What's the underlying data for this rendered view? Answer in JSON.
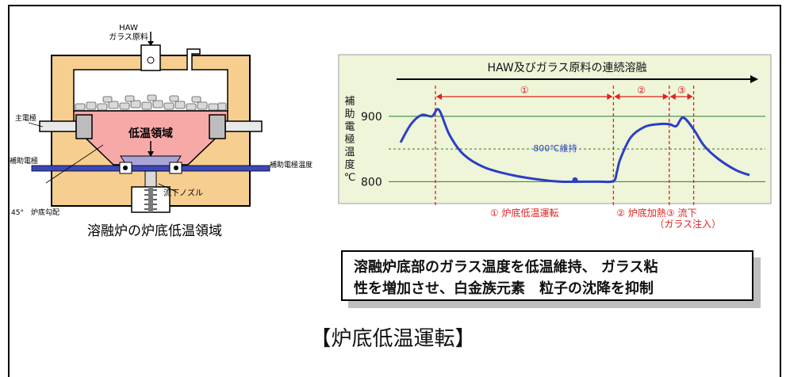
{
  "furnace": {
    "haw_label_1": "HAW",
    "haw_label_2": "ガラス原料",
    "main_electrode": "主電極",
    "aux_electrode": "補助電極",
    "aux_electrode_temp": "補助電極温度",
    "low_temp_zone": "低温領域",
    "nozzle": "流下ノズル",
    "angle": "45°　炉底勾配",
    "caption": "溶融炉の炉底低温領域"
  },
  "chart_data": {
    "type": "line",
    "title": "HAW及びガラス原料の連続溶融",
    "ylabel": "補助電極温度℃",
    "ylabel_chars": [
      "補",
      "助",
      "電",
      "極",
      "温",
      "度",
      "℃"
    ],
    "yticks": [
      {
        "value": 900,
        "label": "900"
      },
      {
        "value": 800,
        "label": "800"
      }
    ],
    "ylim": [
      775,
      935
    ],
    "dashed_line": 850,
    "phases": [
      {
        "marker": "①",
        "label": "① 炉底低温運転",
        "start": 0.1,
        "end": 0.61
      },
      {
        "marker": "②",
        "label": "② 炉底加熱",
        "start": 0.61,
        "end": 0.77
      },
      {
        "marker": "③",
        "label": "③ 流下",
        "label2": "（ガラス注入）",
        "start": 0.77,
        "end": 0.84
      }
    ],
    "annotation": "800℃維持",
    "series": [
      {
        "x": [
          0.0,
          0.03,
          0.06,
          0.09,
          0.11,
          0.14,
          0.18,
          0.24,
          0.32,
          0.4,
          0.46,
          0.52,
          0.57,
          0.61,
          0.62,
          0.63,
          0.66,
          0.7,
          0.74,
          0.77,
          0.79,
          0.81,
          0.84,
          0.87,
          0.91,
          0.96,
          1.0
        ],
        "values": [
          860,
          888,
          902,
          900,
          910,
          872,
          842,
          822,
          810,
          803,
          800,
          800,
          800,
          801,
          815,
          835,
          868,
          884,
          888,
          888,
          885,
          898,
          880,
          855,
          835,
          818,
          810
        ]
      }
    ],
    "colors": {
      "curve": "#2b3fc4",
      "phase": "#e02020",
      "bg": "#eef5d8",
      "grid": "#2e7d32"
    }
  },
  "summary": {
    "line1": "溶融炉底部のガラス温度を低温維持、 ガラス粘",
    "line2": "性を増加させ、白金族元素　粒子の沈降を抑制"
  },
  "footer": "【炉底低温運転】"
}
